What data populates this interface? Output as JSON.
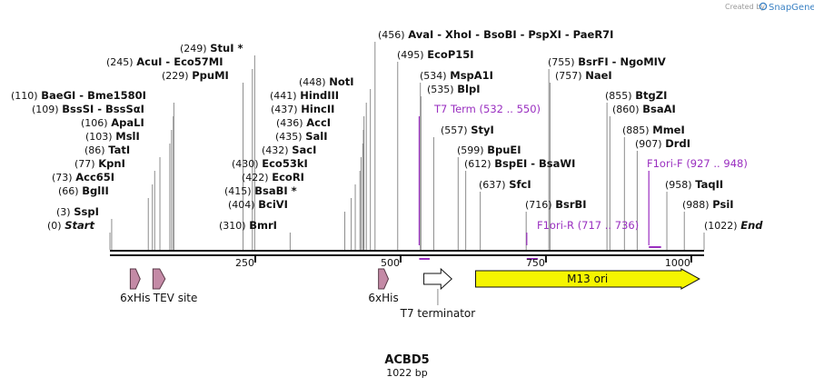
{
  "brand": {
    "prefix": "Created by",
    "name": "SnapGene"
  },
  "sequence": {
    "name": "ACBD5",
    "length_label": "1022 bp",
    "length": 1022
  },
  "ticks": [
    {
      "bp": 250,
      "label": "250"
    },
    {
      "bp": 500,
      "label": "500"
    },
    {
      "bp": 750,
      "label": "750"
    },
    {
      "bp": 1000,
      "label": "1000"
    }
  ],
  "sites": [
    {
      "id": "start",
      "bp": 0,
      "pos": "(0)",
      "name": "Start",
      "italic": true
    },
    {
      "id": "sspi",
      "bp": 3,
      "pos": "(3)",
      "name": "SspI"
    },
    {
      "id": "bglii",
      "bp": 66,
      "pos": "(66)",
      "name": "BglII"
    },
    {
      "id": "acc65i",
      "bp": 73,
      "pos": "(73)",
      "name": "Acc65I"
    },
    {
      "id": "kpni",
      "bp": 77,
      "pos": "(77)",
      "name": "KpnI"
    },
    {
      "id": "tati",
      "bp": 86,
      "pos": "(86)",
      "name": "TatI"
    },
    {
      "id": "msli",
      "bp": 103,
      "pos": "(103)",
      "name": "MslI"
    },
    {
      "id": "apali",
      "bp": 106,
      "pos": "(106)",
      "name": "ApaLI"
    },
    {
      "id": "bsssi",
      "bp": 109,
      "pos": "(109)",
      "name": "BssSI  -  BssSαI"
    },
    {
      "id": "baegi",
      "bp": 110,
      "pos": "(110)",
      "name": "BaeGI  -  Bme1580I"
    },
    {
      "id": "ppumi",
      "bp": 229,
      "pos": "(229)",
      "name": "PpuMI"
    },
    {
      "id": "acui",
      "bp": 245,
      "pos": "(245)",
      "name": "AcuI  -  Eco57MI"
    },
    {
      "id": "stui",
      "bp": 249,
      "pos": "(249)",
      "name": "StuI *"
    },
    {
      "id": "bmri",
      "bp": 310,
      "pos": "(310)",
      "name": "BmrI"
    },
    {
      "id": "bcivi",
      "bp": 404,
      "pos": "(404)",
      "name": "BciVI"
    },
    {
      "id": "bsabi",
      "bp": 415,
      "pos": "(415)",
      "name": "BsaBI *"
    },
    {
      "id": "ecori",
      "bp": 422,
      "pos": "(422)",
      "name": "EcoRI"
    },
    {
      "id": "eco53ki",
      "bp": 430,
      "pos": "(430)",
      "name": "Eco53kI"
    },
    {
      "id": "saci",
      "bp": 432,
      "pos": "(432)",
      "name": "SacI"
    },
    {
      "id": "sali",
      "bp": 435,
      "pos": "(435)",
      "name": "SalI"
    },
    {
      "id": "acci",
      "bp": 436,
      "pos": "(436)",
      "name": "AccI"
    },
    {
      "id": "hincii",
      "bp": 437,
      "pos": "(437)",
      "name": "HincII"
    },
    {
      "id": "hindiii",
      "bp": 441,
      "pos": "(441)",
      "name": "HindIII"
    },
    {
      "id": "noti",
      "bp": 448,
      "pos": "(448)",
      "name": "NotI"
    },
    {
      "id": "avai",
      "bp": 456,
      "pos": "(456)",
      "name": "AvaI  -  XhoI  -  BsoBI  -  PspXI  -  PaeR7I"
    },
    {
      "id": "ecop15i",
      "bp": 495,
      "pos": "(495)",
      "name": "EcoP15I"
    },
    {
      "id": "mspa1i",
      "bp": 534,
      "pos": "(534)",
      "name": "MspA1I"
    },
    {
      "id": "blpi",
      "bp": 535,
      "pos": "(535)",
      "name": "BlpI"
    },
    {
      "id": "styi",
      "bp": 557,
      "pos": "(557)",
      "name": "StyI"
    },
    {
      "id": "bpuei",
      "bp": 599,
      "pos": "(599)",
      "name": "BpuEI"
    },
    {
      "id": "bspei",
      "bp": 612,
      "pos": "(612)",
      "name": "BspEI  -  BsaWI"
    },
    {
      "id": "sfci",
      "bp": 637,
      "pos": "(637)",
      "name": "SfcI"
    },
    {
      "id": "bsrbi",
      "bp": 716,
      "pos": "(716)",
      "name": "BsrBI"
    },
    {
      "id": "bsrfi",
      "bp": 755,
      "pos": "(755)",
      "name": "BsrFI  -  NgoMIV"
    },
    {
      "id": "naei",
      "bp": 757,
      "pos": "(757)",
      "name": "NaeI"
    },
    {
      "id": "btgzi",
      "bp": 855,
      "pos": "(855)",
      "name": "BtgZI"
    },
    {
      "id": "bsaai",
      "bp": 860,
      "pos": "(860)",
      "name": "BsaAI"
    },
    {
      "id": "mmei",
      "bp": 885,
      "pos": "(885)",
      "name": "MmeI"
    },
    {
      "id": "drdi",
      "bp": 907,
      "pos": "(907)",
      "name": "DrdI"
    },
    {
      "id": "taqii",
      "bp": 958,
      "pos": "(958)",
      "name": "TaqII"
    },
    {
      "id": "psii",
      "bp": 988,
      "pos": "(988)",
      "name": "PsiI"
    },
    {
      "id": "end",
      "bp": 1022,
      "pos": "(1022)",
      "name": "End",
      "italic": true
    }
  ],
  "primers": [
    {
      "id": "t7-term",
      "name": "T7 Term",
      "range": "(532 .. 550)",
      "start": 532,
      "end": 550,
      "color": "#9a2fc0"
    },
    {
      "id": "f1ori-r",
      "name": "F1ori-R",
      "range": "(717 .. 736)",
      "start": 717,
      "end": 736,
      "color": "#9a2fc0"
    },
    {
      "id": "f1ori-f",
      "name": "F1ori-F",
      "range": "(927 .. 948)",
      "start": 927,
      "end": 948,
      "color": "#9a2fc0"
    }
  ],
  "features": [
    {
      "id": "6xhis-1",
      "label": "6xHis",
      "start": 35,
      "end": 52,
      "direction": "forward",
      "color": "#c48aa6"
    },
    {
      "id": "tev-site",
      "label": "TEV site",
      "start": 74,
      "end": 95,
      "direction": "forward",
      "color": "#c48aa6"
    },
    {
      "id": "6xhis-2",
      "label": "6xHis",
      "start": 462,
      "end": 479,
      "direction": "forward",
      "color": "#c48aa6"
    },
    {
      "id": "t7-terminator",
      "label": "T7 terminator",
      "start": 540,
      "end": 588,
      "direction": "forward",
      "color": "#ffffff"
    },
    {
      "id": "m13-ori",
      "label": "M13 ori",
      "start": 629,
      "end": 1014,
      "direction": "forward",
      "color": "#f5f500"
    }
  ]
}
